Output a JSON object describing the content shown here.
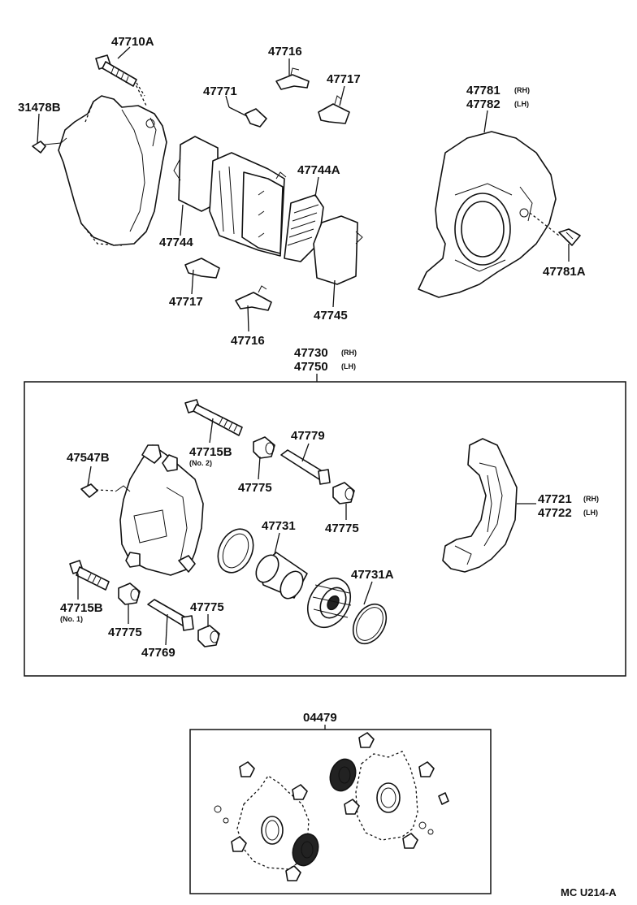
{
  "labels": {
    "p47710A": "47710A",
    "p31478B": "31478B",
    "p47716_top": "47716",
    "p47717_top": "47717",
    "p47771": "47771",
    "p47744A": "47744A",
    "p47744": "47744",
    "p47717_bot": "47717",
    "p47716_bot": "47716",
    "p47745": "47745",
    "p47781": "47781",
    "p47781_side": "(RH)",
    "p47782": "47782",
    "p47782_side": "(LH)",
    "p47781A": "47781A",
    "p47730": "47730",
    "p47730_side": "(RH)",
    "p47750": "47750",
    "p47750_side": "(LH)",
    "p47715B_no2": "47715B",
    "p47715B_no2_note": "(No. 2)",
    "p47779": "47779",
    "p47547B": "47547B",
    "p47775_a": "47775",
    "p47775_b": "47775",
    "p47731": "47731",
    "p47721": "47721",
    "p47721_side": "(RH)",
    "p47722": "47722",
    "p47722_side": "(LH)",
    "p47715B_no1": "47715B",
    "p47715B_no1_note": "(No. 1)",
    "p47775_c": "47775",
    "p47775_d": "47775",
    "p47769": "47769",
    "p47731A": "47731A",
    "p04479": "04479"
  },
  "caption": "MC U214-A"
}
